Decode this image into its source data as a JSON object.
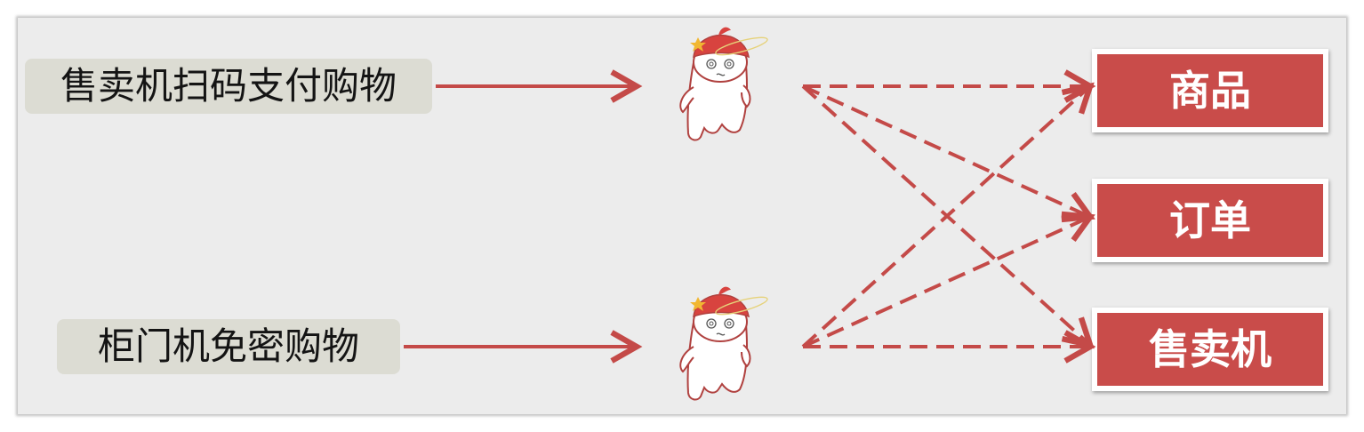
{
  "sources": {
    "top_label": "售卖机扫码支付购物",
    "bottom_label": "柜门机免密购物"
  },
  "targets": {
    "goods": "商品",
    "order": "订单",
    "machine": "售卖机"
  },
  "colors": {
    "accent": "#c94c4a",
    "arrow": "#c44a48",
    "label_bg": "#dcdcd3",
    "slide_bg": "#ececec"
  },
  "icons": {
    "mascot": "dizzy-mascot-icon"
  }
}
